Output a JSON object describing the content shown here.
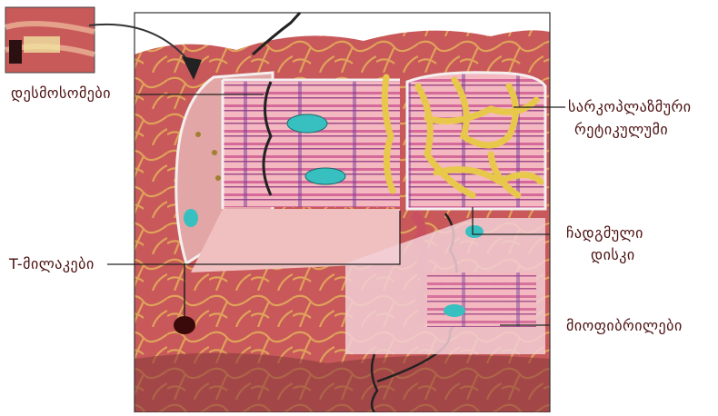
{
  "labels": {
    "desmosomes": "დესმოსომები",
    "sarcoplasmic_line1": "სარკოპლაზმური",
    "sarcoplasmic_line2": "რეტიკულუმი",
    "intercalated_line1": "ჩადგმული",
    "intercalated_line2": "დისკი",
    "t_tubules": "T-მილაკები",
    "myofibrils": "მიოფიბრილები"
  },
  "colors": {
    "outer_tissue": "#c8585a",
    "capillary_network": "#e0a25a",
    "myofibril_stripe": "#d4699a",
    "sarcoplasmic_reticulum": "#e8c84a",
    "mitochondria": "#38c0c0",
    "label_text": "#4a0f0f"
  }
}
